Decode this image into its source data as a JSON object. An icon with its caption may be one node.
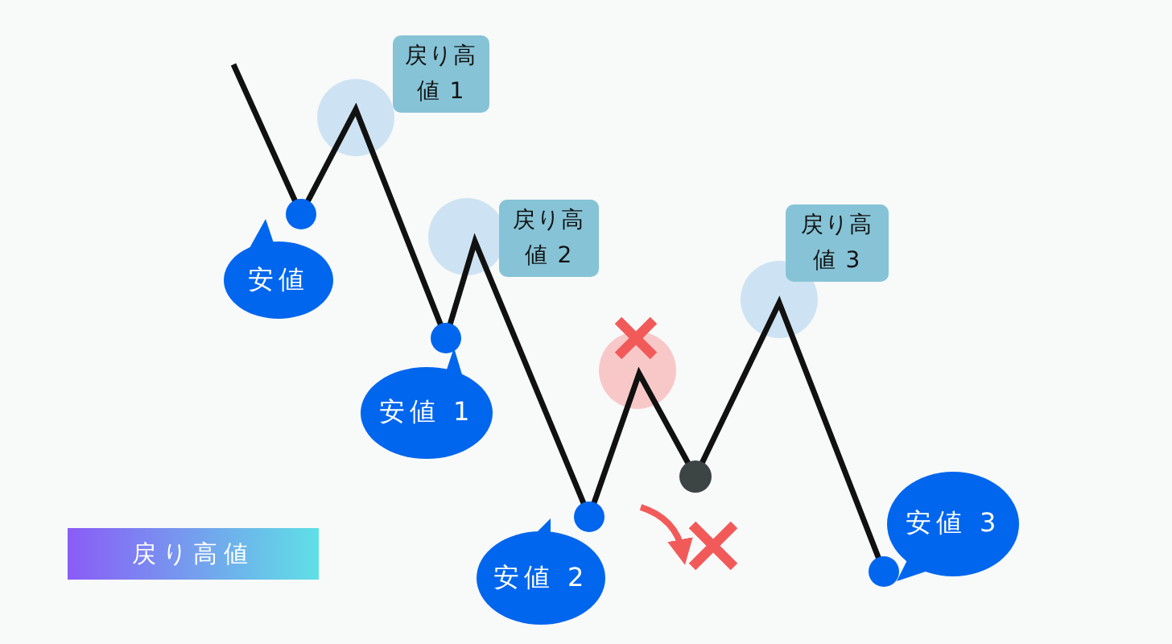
{
  "diagram": {
    "nodes": [
      {
        "text": [
          "戻り高値 1"
        ]
      },
      {
        "text": [
          "安値"
        ]
      },
      {
        "text": [
          "戻り高値 2"
        ]
      },
      {
        "text": [
          "安値 1"
        ]
      },
      {
        "text": [
          "戻り高値 3"
        ]
      },
      {
        "text": [
          "安値 2"
        ]
      },
      {
        "text": [
          "安値 3"
        ]
      },
      {
        "text": [
          "戻り高値"
        ]
      }
    ]
  }
}
